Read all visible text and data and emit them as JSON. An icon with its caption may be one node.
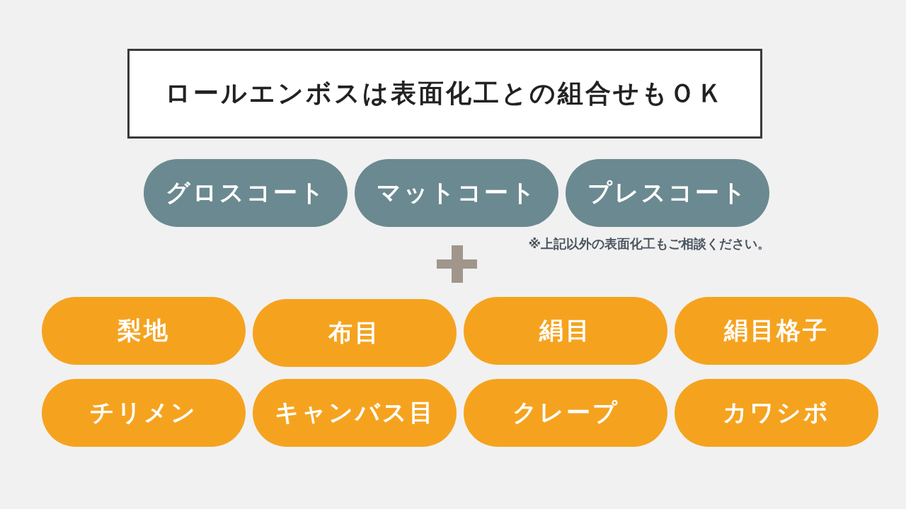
{
  "diagram": {
    "nodes": [
      {
        "text": [
          "ロールエンボスは表面化工との組合せもＯＫ"
        ]
      },
      {
        "text": [
          "グロスコート"
        ]
      },
      {
        "text": [
          "マットコート"
        ]
      },
      {
        "text": [
          "プレスコート"
        ]
      },
      {
        "text": [
          "梨地"
        ]
      },
      {
        "text": [
          "布目"
        ]
      },
      {
        "text": [
          "絹目"
        ]
      },
      {
        "text": [
          "絹目格子"
        ]
      },
      {
        "text": [
          "チリメン"
        ]
      },
      {
        "text": [
          "キャンバス目"
        ]
      },
      {
        "text": [
          "クレープ"
        ]
      },
      {
        "text": [
          "カワシボ"
        ]
      }
    ],
    "edges": [],
    "labels": [
      "※上記以外の表面化工もご相談ください。"
    ]
  }
}
